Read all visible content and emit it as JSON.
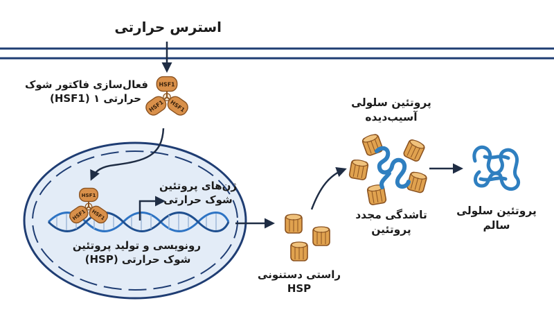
{
  "labels": {
    "heat_stress": "استرس حرارتی",
    "hsf1_activation": [
      "فعال‌سازی فاکتور شوک",
      "حرارتی ۱ (HSF1)"
    ],
    "hsp_genes": [
      "ژن‌های پروتئین",
      "شوک حرارتی"
    ],
    "transcription": [
      "رونویسی و تولید پروتئین",
      "شوک حرارتی (HSP)"
    ],
    "hsp_chaperone": [
      "راستی دستنونی",
      "HSP"
    ],
    "damaged_protein": [
      "پروتئین سلولی",
      "آسیب‌دیده"
    ],
    "refolding": [
      "تاشدگی مجدد",
      "پروتئین"
    ],
    "healthy_protein": [
      "پروتئین سلولی",
      "سالم"
    ]
  },
  "hsf1_tag": "HSF1",
  "colors": {
    "membrane": "#1f3d73",
    "nucleus_fill": "#e3ecf7",
    "nucleus_border": "#1f3d73",
    "hsf1_fill": "#d9904a",
    "hsf1_stroke": "#8a5220",
    "hsp_fill": "#e0a24f",
    "hsp_stroke": "#8a5220",
    "protein": "#2f7fc0",
    "dna": "#2e74c4",
    "arrow": "#1f2d44"
  }
}
